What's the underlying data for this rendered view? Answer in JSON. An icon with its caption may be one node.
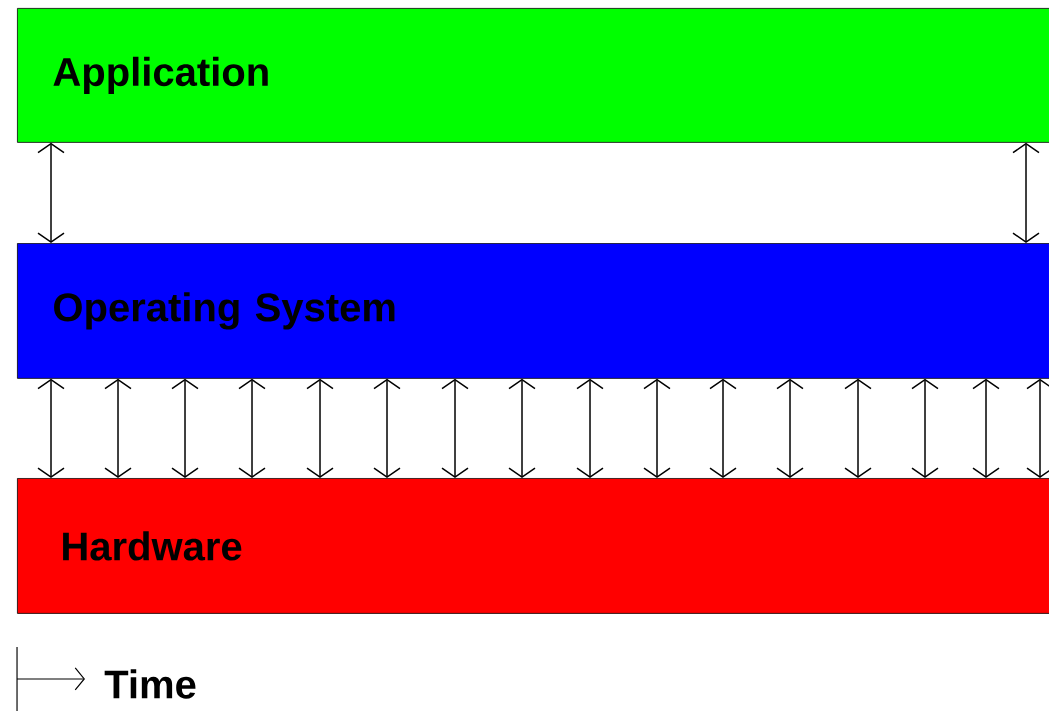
{
  "diagram": {
    "nodes": [
      {
        "text": [
          "Application"
        ]
      },
      {
        "text": [
          "Operating System"
        ]
      },
      {
        "text": [
          "Hardware"
        ]
      }
    ],
    "edges": [
      {
        "from": 0,
        "to": 1,
        "arrow": "both"
      },
      {
        "from": 0,
        "to": 1,
        "arrow": "both"
      },
      {
        "from": 1,
        "to": 2,
        "arrow": "both"
      },
      {
        "from": 1,
        "to": 2,
        "arrow": "both"
      },
      {
        "from": 1,
        "to": 2,
        "arrow": "both"
      },
      {
        "from": 1,
        "to": 2,
        "arrow": "both"
      },
      {
        "from": 1,
        "to": 2,
        "arrow": "both"
      },
      {
        "from": 1,
        "to": 2,
        "arrow": "both"
      },
      {
        "from": 1,
        "to": 2,
        "arrow": "both"
      },
      {
        "from": 1,
        "to": 2,
        "arrow": "both"
      },
      {
        "from": 1,
        "to": 2,
        "arrow": "both"
      },
      {
        "from": 1,
        "to": 2,
        "arrow": "both"
      },
      {
        "from": 1,
        "to": 2,
        "arrow": "both"
      },
      {
        "from": 1,
        "to": 2,
        "arrow": "both"
      },
      {
        "from": 1,
        "to": 2,
        "arrow": "both"
      },
      {
        "from": 1,
        "to": 2,
        "arrow": "both"
      },
      {
        "from": 1,
        "to": 2,
        "arrow": "both"
      },
      {
        "from": 1,
        "to": 2,
        "arrow": "both"
      }
    ],
    "labels": [
      "Time"
    ]
  }
}
